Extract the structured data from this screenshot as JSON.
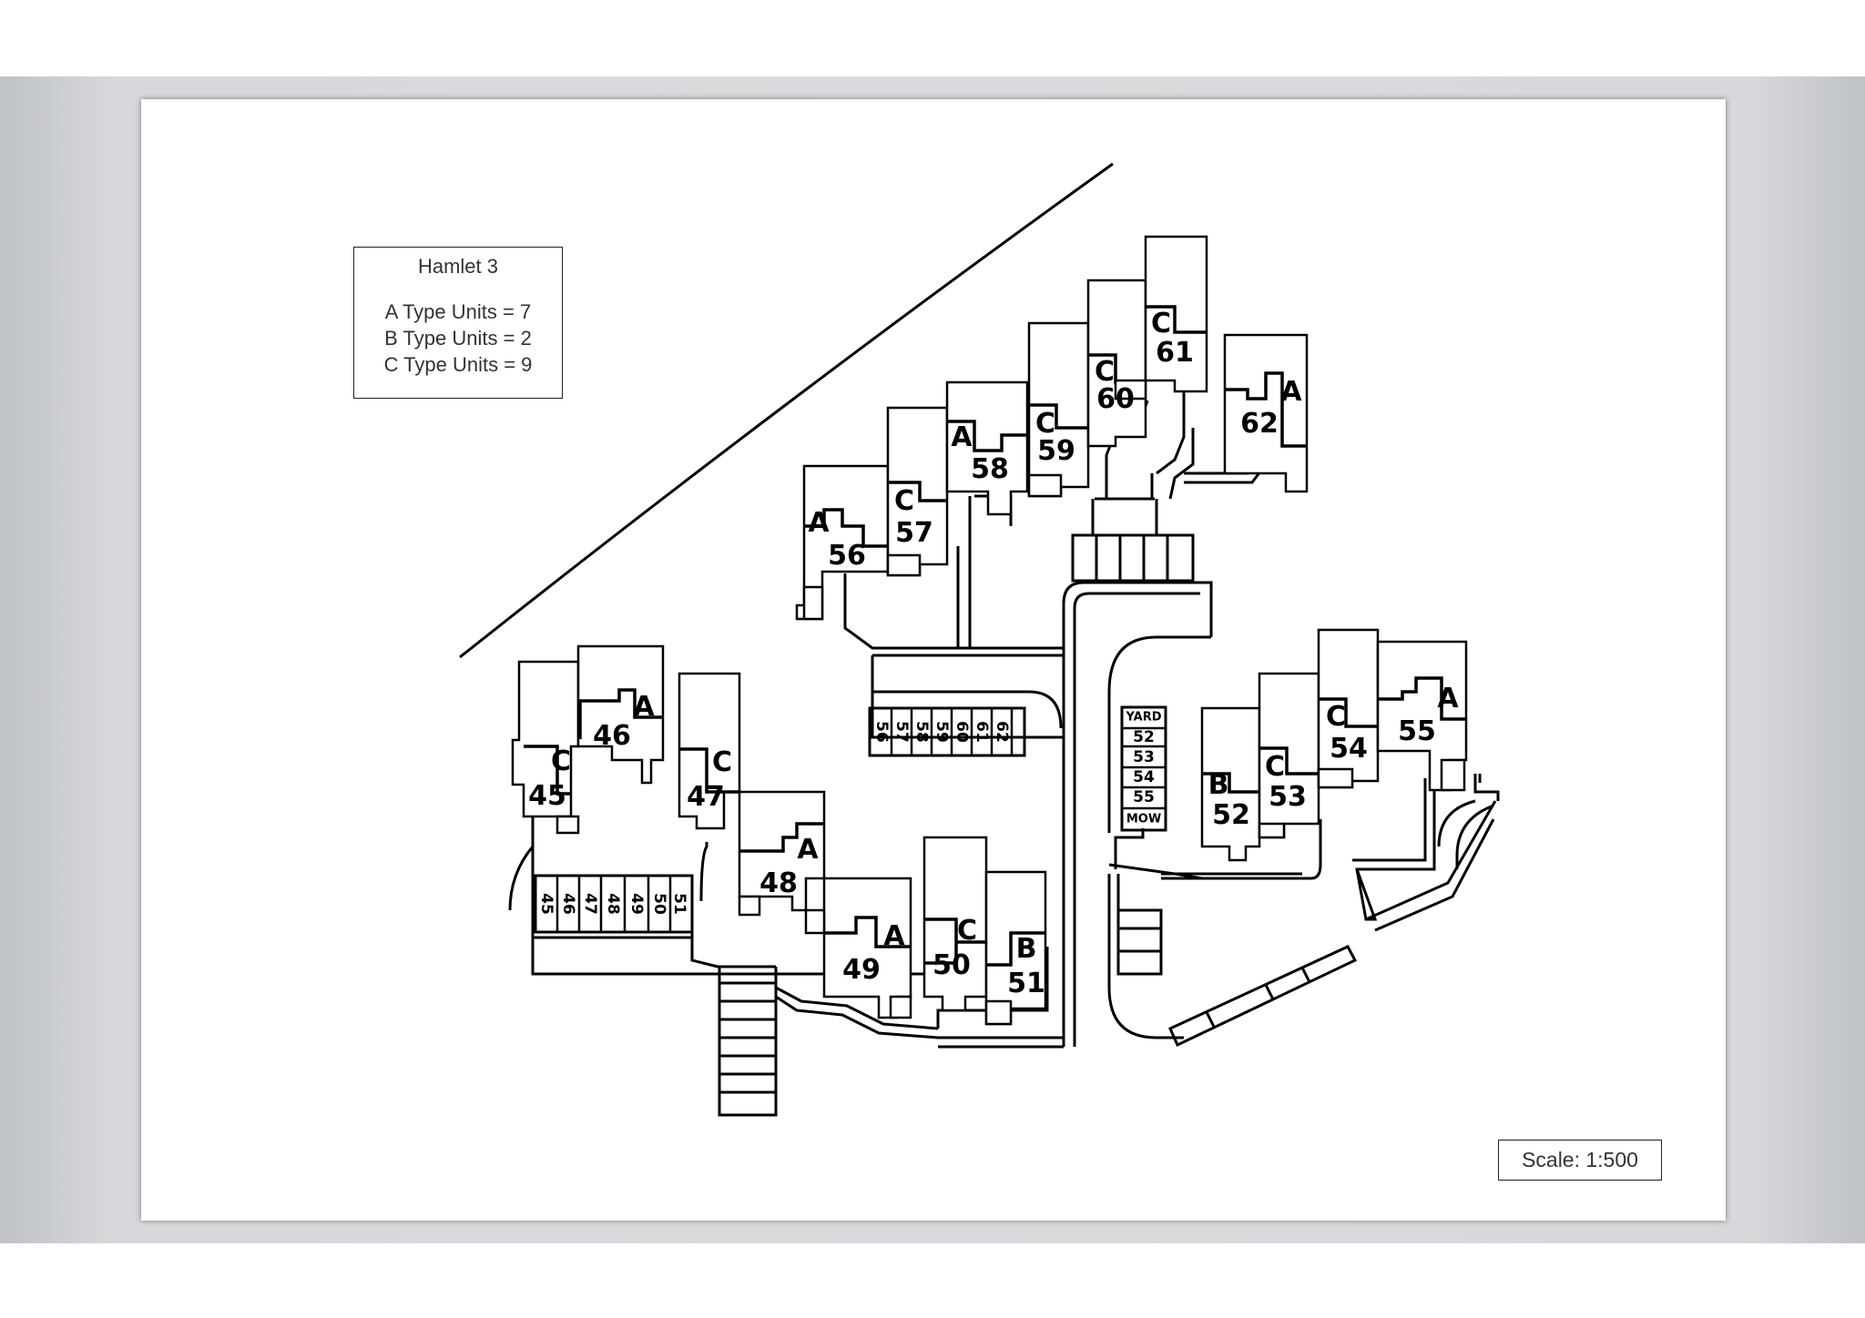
{
  "legend": {
    "title": "Hamlet 3",
    "lines": [
      "A Type Units = 7",
      "B Type Units = 2",
      "C Type Units = 9"
    ]
  },
  "scale": "Scale: 1:500",
  "units": [
    {
      "num": "45",
      "type": "C"
    },
    {
      "num": "46",
      "type": "A"
    },
    {
      "num": "47",
      "type": "C"
    },
    {
      "num": "48",
      "type": "A"
    },
    {
      "num": "49",
      "type": "A"
    },
    {
      "num": "50",
      "type": "C"
    },
    {
      "num": "51",
      "type": "B"
    },
    {
      "num": "52",
      "type": "B"
    },
    {
      "num": "53",
      "type": "C"
    },
    {
      "num": "54",
      "type": "C"
    },
    {
      "num": "55",
      "type": "A"
    },
    {
      "num": "56",
      "type": "A"
    },
    {
      "num": "57",
      "type": "C"
    },
    {
      "num": "58",
      "type": "A"
    },
    {
      "num": "59",
      "type": "C"
    },
    {
      "num": "60",
      "type": "C"
    },
    {
      "num": "61",
      "type": "C"
    },
    {
      "num": "62",
      "type": "A"
    }
  ],
  "stores": {
    "north": [
      "56",
      "57",
      "58",
      "59",
      "60",
      "61",
      "62"
    ],
    "west": [
      "45",
      "46",
      "47",
      "48",
      "49",
      "50",
      "51"
    ],
    "east": [
      "YARD",
      "52",
      "53",
      "54",
      "55",
      "MOW"
    ]
  }
}
